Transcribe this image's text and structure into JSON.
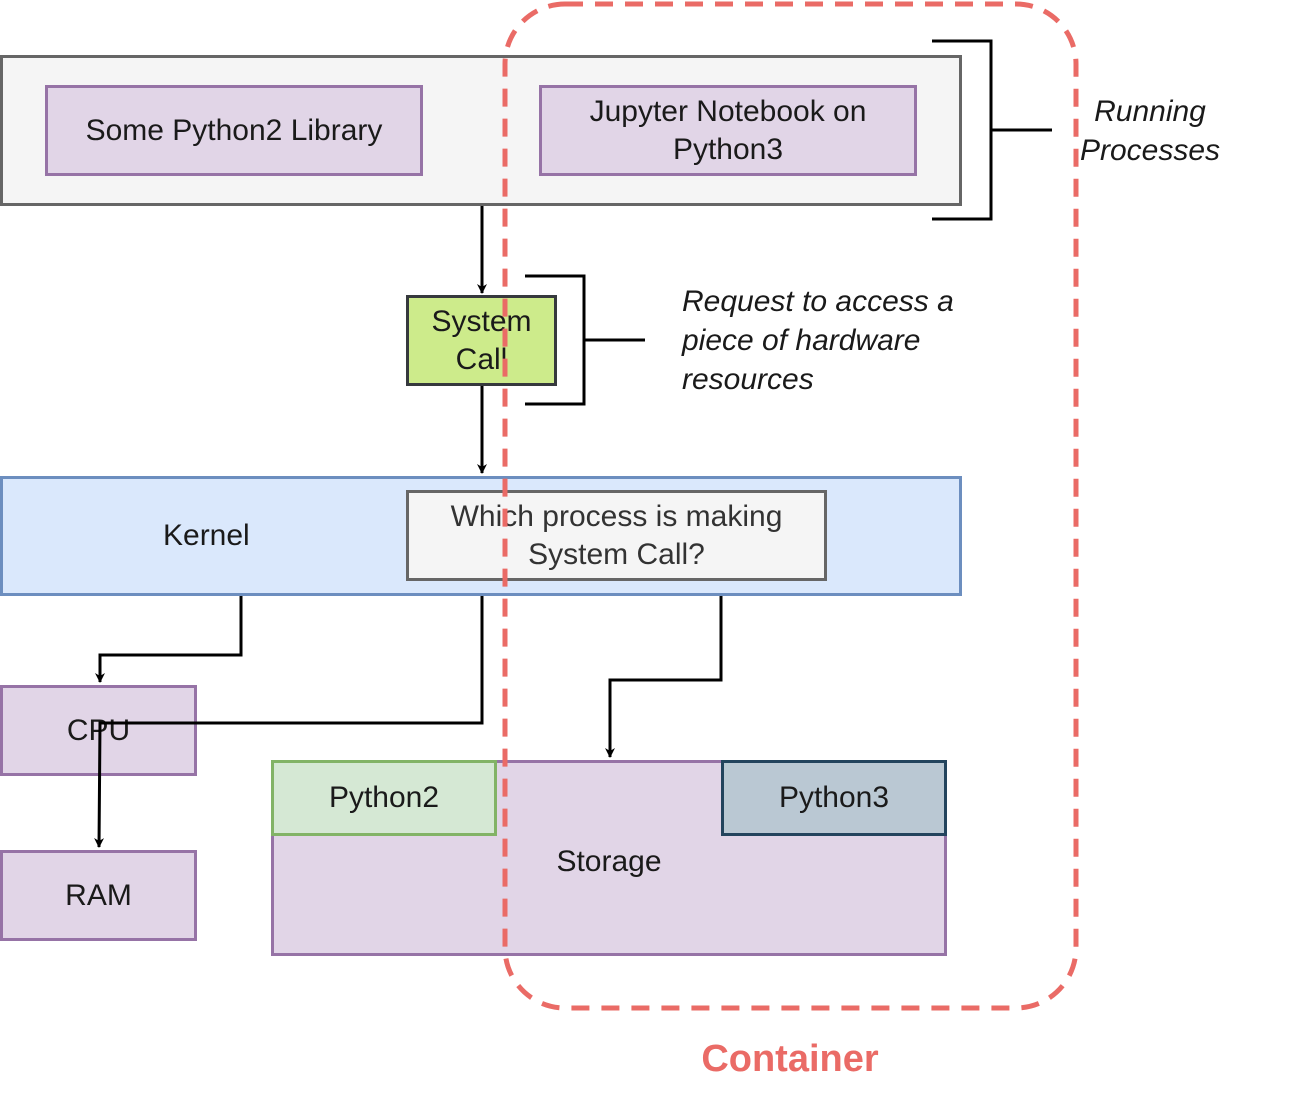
{
  "processes": {
    "library_label": "Some Python2 Library",
    "jupyter_label": "Jupyter Notebook on Python3"
  },
  "system_call": {
    "label": "System Call"
  },
  "kernel": {
    "label": "Kernel",
    "question": "Which process is making System Call?"
  },
  "hardware": {
    "cpu": "CPU",
    "ram": "RAM",
    "storage": "Storage",
    "python2": "Python2",
    "python3": "Python3"
  },
  "annotations": {
    "running_processes": "Running Processes",
    "request": "Request to access a piece of hardware resources"
  },
  "container": {
    "label": "Container",
    "color": "#ea6b66"
  }
}
